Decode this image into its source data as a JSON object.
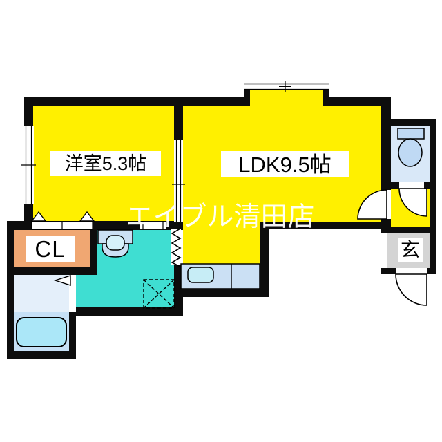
{
  "floor_plan": {
    "rooms": {
      "western_room": {
        "label": "洋室5.3帖"
      },
      "ldk": {
        "label": "LDK9.5帖"
      },
      "closet": {
        "label": "CL"
      },
      "entrance": {
        "label": "玄"
      }
    },
    "watermark": "エイブル清田店",
    "fixtures": [
      "toilet",
      "bathtub",
      "wash-basin",
      "kitchen-sink",
      "washing-machine-pan",
      "accordion-door",
      "entrance-door",
      "toilet-door",
      "ldk-door",
      "closet-folding-doors",
      "windows"
    ],
    "colors": {
      "room_yellow": "#FFF000",
      "washroom_cyan": "#3FDED2",
      "closet_orange": "#F0A772",
      "entrance_gray": "#D4D4D4",
      "fixture_blue": "#CBE0F4",
      "bath_upper": "#E4EFFA",
      "bath_lower": "#C6E0F6",
      "tub_blue": "#ABE7F8",
      "toilet_room_blue": "#D9E8F8",
      "wall_black": "#0D0D0D"
    }
  }
}
